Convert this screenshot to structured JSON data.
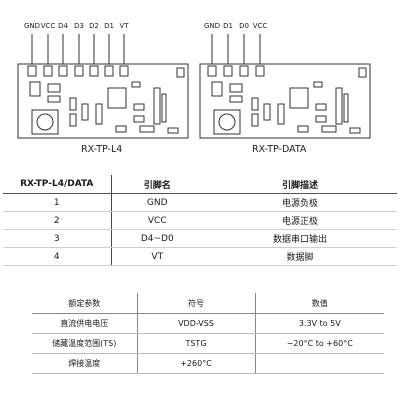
{
  "module_left": {
    "pins": [
      "GND",
      "VCC",
      "D4",
      "D3",
      "D2",
      "D1",
      "VT"
    ],
    "caption": "RX-TP-L4"
  },
  "module_right": {
    "pins": [
      "GND",
      "D1",
      "D0",
      "VCC"
    ],
    "caption": "RX-TP-DATA"
  },
  "pin_table": {
    "headers": [
      "RX-TP-L4/DATA",
      "引脚名",
      "引脚描述"
    ],
    "rows": [
      [
        "1",
        "GND",
        "电源负极"
      ],
      [
        "2",
        "VCC",
        "电源正极"
      ],
      [
        "3",
        "D4~D0",
        "数据串口输出"
      ],
      [
        "4",
        "VT",
        "数据脚"
      ]
    ]
  },
  "param_table": {
    "headers": [
      "额定参数",
      "符号",
      "数值"
    ],
    "rows": [
      [
        "直流供电电压",
        "VDD-VSS",
        "3.3V to 5V"
      ],
      [
        "储藏温度范围(TS)",
        "TSTG",
        "−20°C to +60°C"
      ],
      [
        "焊接温度",
        "+260°C",
        ""
      ]
    ]
  },
  "colors": {
    "board_fill": "#ffffff",
    "line": "#333333"
  }
}
